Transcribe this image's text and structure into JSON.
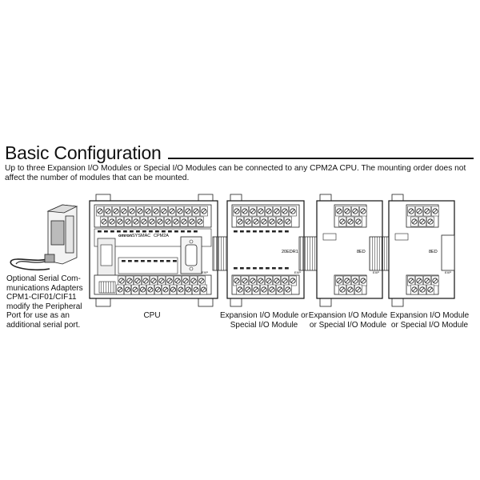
{
  "title": "Basic Configuration",
  "intro": "Up to three Expansion I/O Modules or Special I/O Modules can be connected to any CPM2A CPU. The mounting order does not affect the number of modules that can be mounted.",
  "captions": {
    "adapter": "Optional Serial Com- munications Adapters CPM1-CIF01/CIF11 modify the Peripheral Port for use as an additional serial port.",
    "cpu": "CPU",
    "module1": "Expansion I/O Module or Special I/O Module",
    "module2": "Expansion I/O Module or Special I/O Module",
    "module3": "Expansion I/O Module or Special I/O Module"
  },
  "labels": {
    "brand": "omron",
    "series": "SYSMAC",
    "model": "CPM2A",
    "module1_model": "20EDR1",
    "module2_model": "8ED",
    "module3_model": "8ED",
    "exp": "EXP"
  }
}
